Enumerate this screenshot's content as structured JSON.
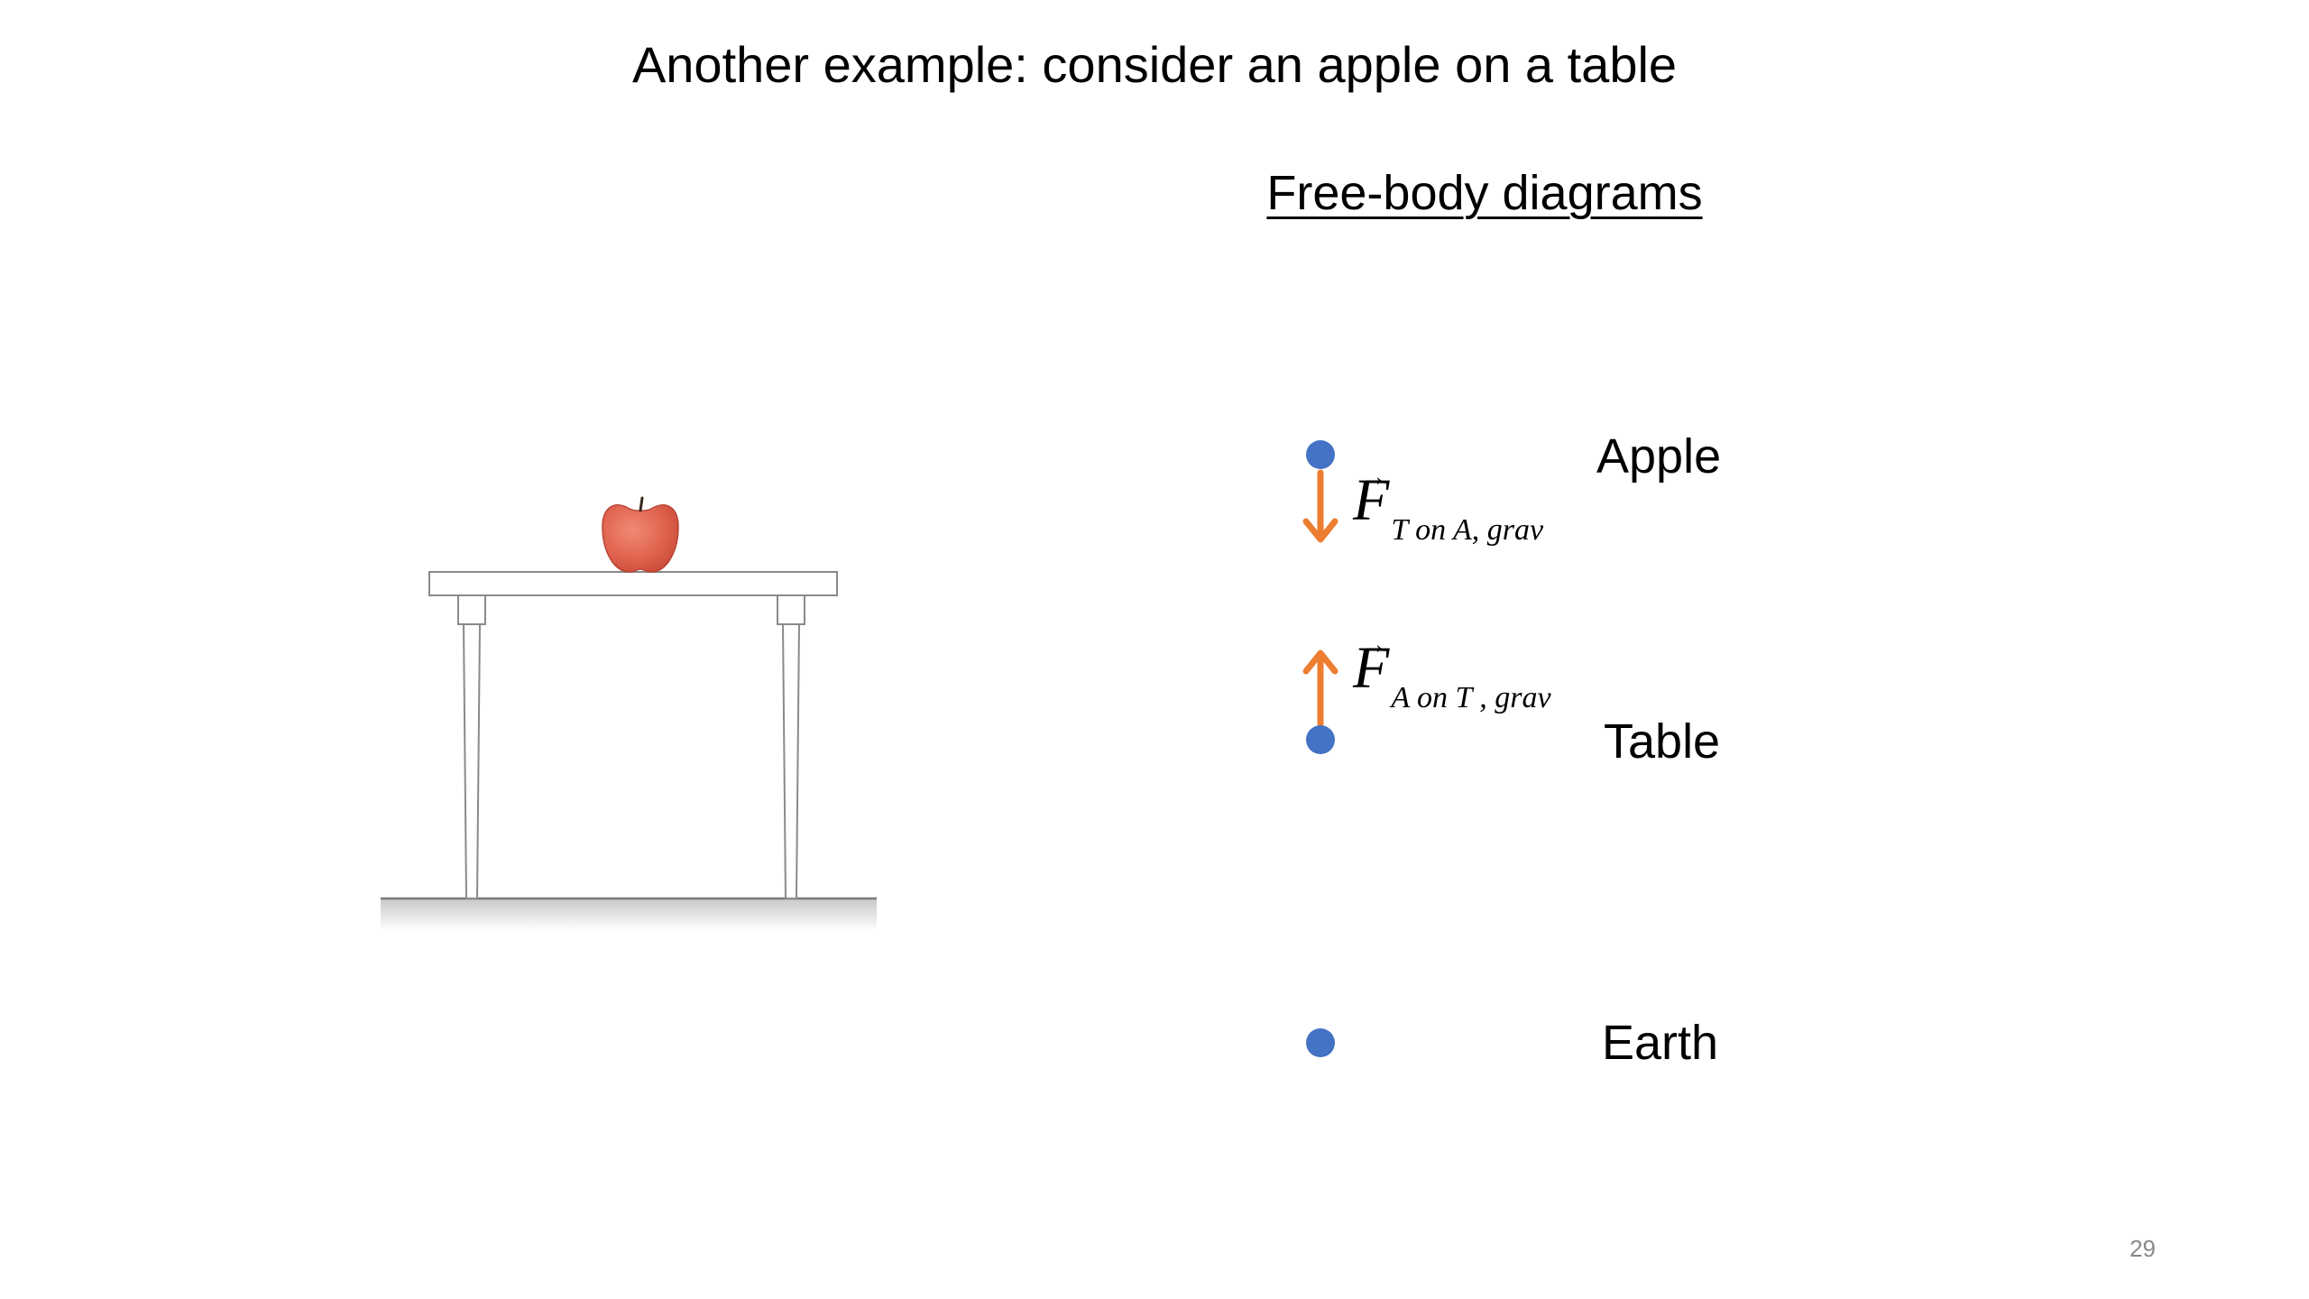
{
  "slide": {
    "title": "Another example: consider an apple on a table",
    "page_number": "29"
  },
  "fbd": {
    "heading": "Free-body diagrams",
    "bodies": [
      {
        "label": "Apple"
      },
      {
        "label": "Table"
      },
      {
        "label": "Earth"
      }
    ],
    "forces": [
      {
        "symbol": "F",
        "subscript": "T on A, grav",
        "direction": "down",
        "acts_on": "Apple"
      },
      {
        "symbol": "F",
        "subscript": "A on T , grav",
        "direction": "up",
        "acts_on": "Table"
      }
    ],
    "colors": {
      "dot": "#4472C4",
      "arrow": "#ED7D31"
    }
  },
  "illustration": {
    "objects": [
      "apple",
      "table",
      "floor"
    ]
  }
}
